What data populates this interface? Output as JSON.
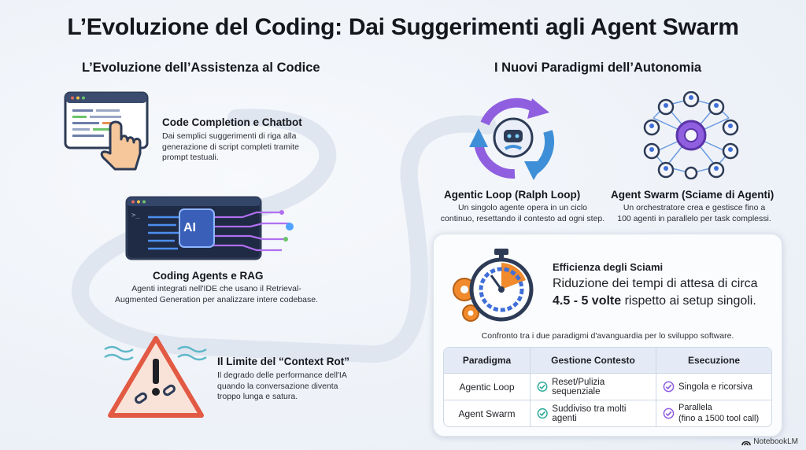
{
  "title": "L’Evoluzione del Coding: Dai Suggerimenti agli Agent Swarm",
  "left": {
    "section_title": "L’Evoluzione dell’Assistenza al Codice",
    "stage1": {
      "title": "Code Completion e Chatbot",
      "desc": [
        "Dai semplici suggerimenti di riga alla",
        "generazione di script completi tramite",
        "prompt testuali."
      ]
    },
    "stage2": {
      "title": "Coding Agents e RAG",
      "chip_label": "AI",
      "desc": [
        "Agenti integrati nell'IDE che usano il Retrieval-",
        "Augmented Generation per analizzare intere codebase."
      ]
    },
    "stage3": {
      "title": "Il Limite del “Context Rot”",
      "desc": [
        "Il degrado delle performance dell'IA",
        "quando la conversazione diventa",
        "troppo lunga e satura."
      ]
    }
  },
  "right": {
    "section_title": "I Nuovi Paradigmi dell’Autonomia",
    "loop": {
      "title": "Agentic Loop (Ralph Loop)",
      "desc": [
        "Un singolo agente opera in un ciclo",
        "continuo, resettando il contesto ad ogni step."
      ]
    },
    "swarm": {
      "title": "Agent Swarm (Sciame di Agenti)",
      "desc": [
        "Un orchestratore crea e gestisce fino a",
        "100 agenti in parallelo per task complessi."
      ]
    },
    "efficiency": {
      "title": "Efficienza degli Sciami",
      "line1": "Riduzione dei tempi di attesa di circa",
      "line2_bold": "4.5 - 5 volte",
      "line2_rest": " rispetto ai setup singoli.",
      "caption": "Confronto tra i due paradigmi d'avanguardia per lo sviluppo software.",
      "table": {
        "headers": [
          "Paradigma",
          "Gestione Contesto",
          "Esecuzione"
        ],
        "rows": [
          {
            "paradigm": "Agentic Loop",
            "context": "Reset/Pulizia sequenziale",
            "execution": [
              "Singola e ricorsiva"
            ]
          },
          {
            "paradigm": "Agent Swarm",
            "context": "Suddiviso tra molti agenti",
            "execution": [
              "Parallela",
              "(fino a 1500 tool call)"
            ]
          }
        ]
      }
    }
  },
  "brand": "NotebookLM",
  "colors": {
    "purple": "#8f5fe0",
    "blue": "#3f6fd8",
    "orange": "#f08a2c",
    "teal_check": "#2aa89a",
    "red": "#e25a43"
  }
}
